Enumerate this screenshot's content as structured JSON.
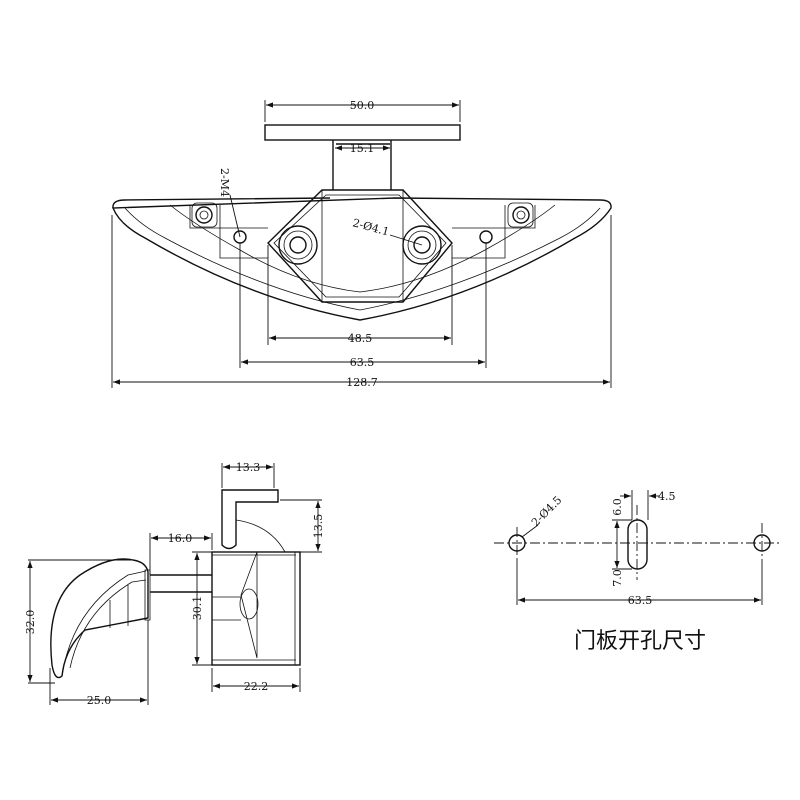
{
  "top_view": {
    "plate_width": "50.0",
    "stem_width": "15.1",
    "thread_note": "2-M4",
    "hole_note": "2-Ø4.1",
    "inner_span": "48.5",
    "mount_span": "63.5",
    "overall_length": "128.7"
  },
  "side_view": {
    "bracket_width": "13.3",
    "bracket_height": "13.5",
    "shaft_length": "16.0",
    "body_height": "30.1",
    "handle_height": "32.0",
    "handle_depth": "25.0",
    "body_depth": "22.2"
  },
  "cutout_view": {
    "hole_note": "2-Ø4.5",
    "slot_upper": "6.0",
    "slot_width": "4.5",
    "slot_lower": "7.0",
    "hole_spacing": "63.5",
    "caption": "门板开孔尺寸"
  }
}
